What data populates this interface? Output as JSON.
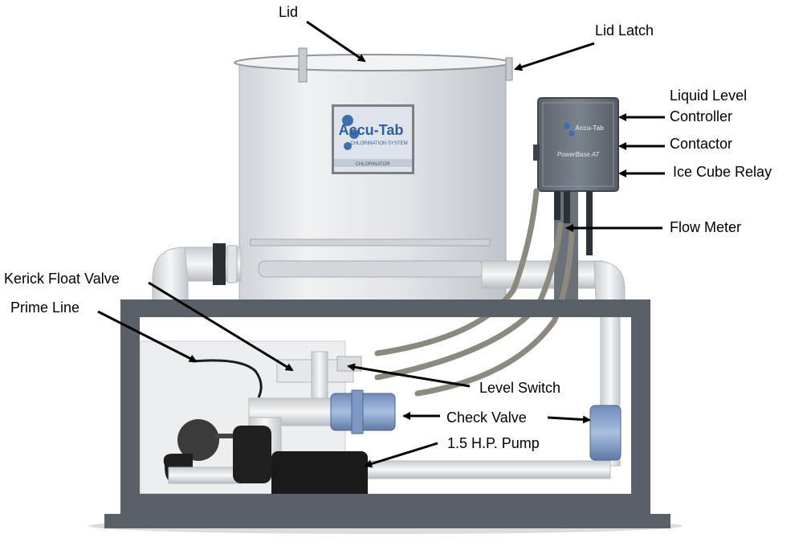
{
  "brand": {
    "name": "Accu-Tab",
    "tagline": "CHLORINATION SYSTEM",
    "panel_label": "CHLORINATOR",
    "controller_brand": "Accu-Tab",
    "controller_model": "PowerBase AT"
  },
  "labels": {
    "lid": "Lid",
    "lid_latch": "Lid Latch",
    "liquid_level_controller_1": "Liquid Level",
    "liquid_level_controller_2": "Controller",
    "contactor": "Contactor",
    "ice_cube_relay": "Ice Cube  Relay",
    "flow_meter": "Flow Meter",
    "kerick_float_valve": "Kerick Float Valve",
    "prime_line": "Prime  Line",
    "level_switch": "Level Switch",
    "check_valve": "Check Valve",
    "pump": "1.5 H.P. Pump"
  },
  "colors": {
    "frame": "#5a6068",
    "tank": "#d9dde2",
    "pipe": "#e9ecef",
    "check_valve": "#8fa8d0",
    "pump": "#1e1e1e",
    "hose": "#8c8a7e",
    "controller_box": "#6c757e"
  }
}
